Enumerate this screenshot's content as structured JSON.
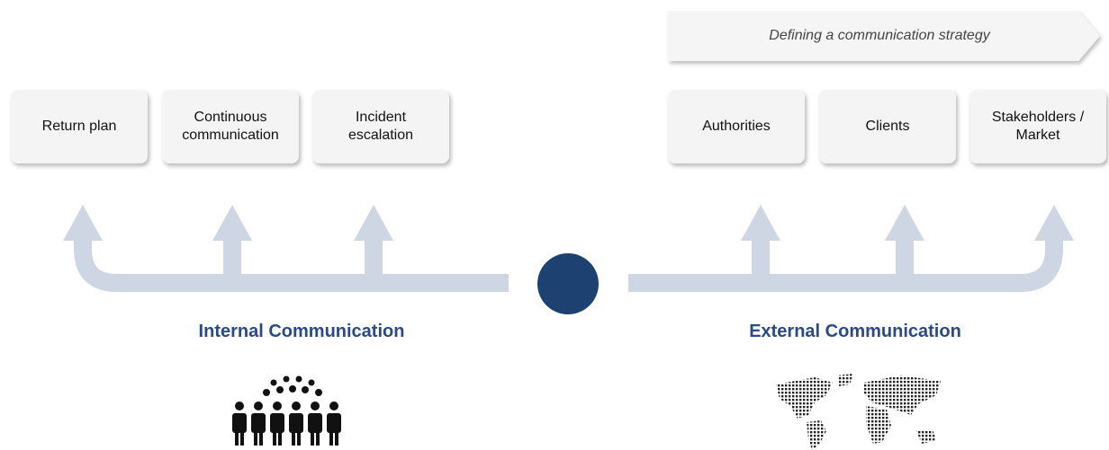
{
  "strategy_banner": {
    "label": "Defining a communication strategy"
  },
  "internal": {
    "title": "Internal Communication",
    "items": [
      {
        "label": "Return plan"
      },
      {
        "label": "Continuous\ncommunication"
      },
      {
        "label": "Incident\nescalation"
      }
    ],
    "icon": "people-group-icon"
  },
  "external": {
    "title": "External Communication",
    "items": [
      {
        "label": "Authorities"
      },
      {
        "label": "Clients"
      },
      {
        "label": "Stakeholders /\nMarket"
      }
    ],
    "icon": "world-map-icon"
  },
  "colors": {
    "arrow": "#cfd6e3",
    "hub": "#1d4170",
    "title": "#2b4a85",
    "box": "#f4f4f4"
  }
}
